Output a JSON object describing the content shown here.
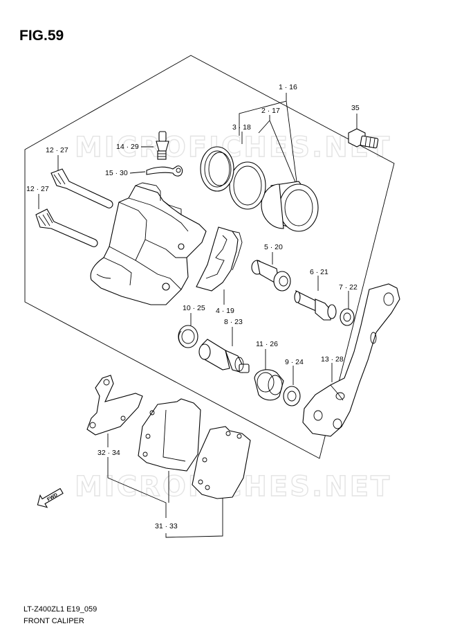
{
  "figure": {
    "title": "FIG.59"
  },
  "watermark": "MICROFICHES.NET",
  "footer": {
    "model_code": "LT-Z400ZL1 E19_059",
    "caption": "FRONT CALIPER"
  },
  "arrow_label": "FWD",
  "callouts": {
    "c1_16": "1 · 16",
    "c2_17": "2 · 17",
    "c3_18": "3 · 18",
    "c35": "35",
    "c14_29": "14 · 29",
    "c15_30": "15 · 30",
    "c12_27a": "12 · 27",
    "c12_27b": "12 · 27",
    "c5_20": "5 · 20",
    "c6_21": "6 · 21",
    "c7_22": "7 · 22",
    "c10_25": "10 · 25",
    "c4_19": "4 · 19",
    "c8_23": "8 · 23",
    "c11_26": "11 · 26",
    "c9_24": "9 · 24",
    "c13_28": "13 · 28",
    "c32_34": "32 · 34",
    "c31_33": "31 · 33"
  },
  "colors": {
    "line": "#000000",
    "watermark": "#e3e3e3",
    "background": "#ffffff"
  }
}
